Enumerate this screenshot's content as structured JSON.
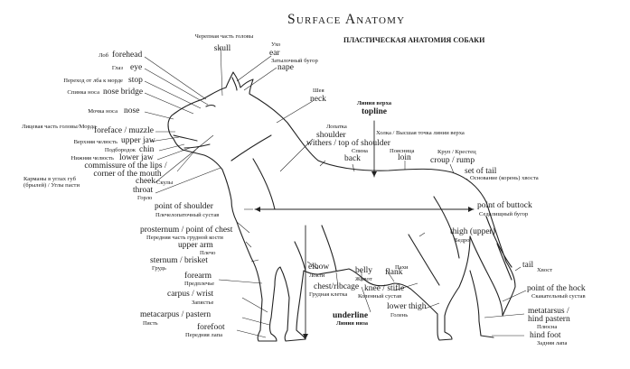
{
  "title": "Surface Anatomy",
  "subtitle": "ПЛАСТИЧЕСКАЯ АНАТОМИЯ СОБАКИ",
  "labels": {
    "skull_ru": "Черепная часть головы",
    "skull_en": "skull",
    "ear_ru": "Ухо",
    "ear_en": "ear",
    "occiput_ru": "Затылочный бугор",
    "nape_en": "nape",
    "forehead_ru": "Лоб",
    "forehead_en": "forehead",
    "eye_ru": "Глаз",
    "eye_en": "eye",
    "stop_ru": "Переход от лба к морде",
    "stop_en": "stop",
    "nosebridge_ru": "Спинка носа",
    "nosebridge_en": "nose bridge",
    "nose_ru": "Мочка носа",
    "nose_en": "nose",
    "foreface_ru": "Лицевая часть головы/Морда",
    "foreface_en": "foreface / muzzle",
    "upperjaw_ru": "Верхняя челюсть",
    "upperjaw_en": "upper jaw",
    "chin_ru": "Подбородок",
    "chin_en": "chin",
    "lowerjaw_ru": "Нижняя челюсть",
    "lowerjaw_en": "lower jaw",
    "commissure_en": "commissure of the lips /",
    "commissure_en2": "corner of the mouth",
    "commissure_ru": "Карманы в углах губ (брылей) / Углы пасти",
    "cheek_en": "cheek",
    "cheek_ru": "Скулы",
    "throat_en": "throat",
    "throat_ru": "Горло",
    "neck_ru": "Шея",
    "neck_en": "neck",
    "topline_ru": "Линия верха",
    "topline_en": "topline",
    "shoulder_ru": "Лопатка",
    "shoulder_en": "shoulder",
    "withers_ru": "Холка / Высшая точка линии верха",
    "withers_en": "withers / top of shoulder",
    "back_ru": "Спина",
    "back_en": "back",
    "loin_ru": "Поясница",
    "loin_en": "loin",
    "croup_ru": "Круп / Крестец",
    "croup_en": "croup / rump",
    "setoftail_en": "set of tail",
    "setoftail_ru": "Основание (корень) хвоста",
    "pointshoulder_en": "point of shoulder",
    "pointshoulder_ru": "Плечелопаточный сустав",
    "pointbuttock_en": "point of buttock",
    "pointbuttock_ru": "Седалищный бугор",
    "prosternum_en": "prosternum / point of chest",
    "prosternum_ru": "Передняя часть грудной кости",
    "upperarm_en": "upper arm",
    "upperarm_ru": "Плечо",
    "sternum_en": "sternum / brisket",
    "sternum_ru": "Грудь",
    "thigh_en": "thigh (upper)",
    "thigh_ru": "Бедро",
    "forearm_en": "forearm",
    "forearm_ru": "Предплечье",
    "elbow_en": "elbow",
    "elbow_ru": "Локти",
    "belly_en": "belly",
    "belly_ru": "Живот",
    "flank_ru": "Пахи",
    "flank_en": "flank",
    "tail_en": "tail",
    "tail_ru": "Хвост",
    "carpus_en": "carpus / wrist",
    "carpus_ru": "Запястье",
    "chest_en": "chest/ribcage",
    "chest_ru": "Грудная клетка",
    "knee_en": "knee / stifle",
    "knee_ru": "Коленный сустав",
    "hock_en": "point of the hock",
    "hock_ru": "Скакательный сустав",
    "metacarpus_en": "metacarpus / pastern",
    "metacarpus_ru": "Пясть",
    "lowerthigh_en": "lower thigh",
    "lowerthigh_ru": "Голень",
    "metatarsus_en": "metatarsus /",
    "metatarsus_en2": "hind pastern",
    "metatarsus_ru": "Плюсна",
    "underline_en": "underline",
    "underline_ru": "Линия низа",
    "forefoot_en": "forefoot",
    "forefoot_ru": "Передняя лапа",
    "hindfoot_en": "hind foot",
    "hindfoot_ru": "Задняя лапа"
  }
}
